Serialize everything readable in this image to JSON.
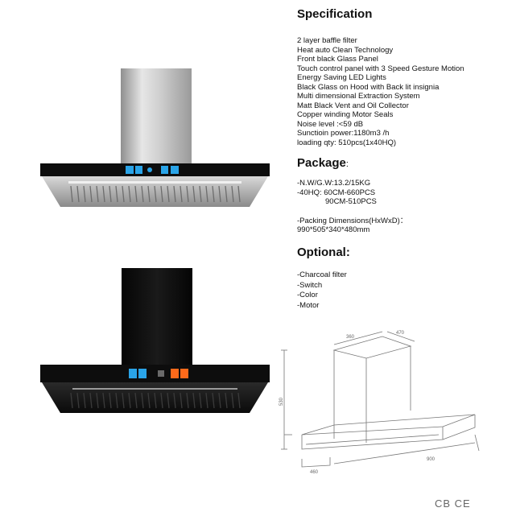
{
  "specification": {
    "title": "Specification",
    "items": [
      "2 layer baffle filter",
      "Heat auto Clean Technology",
      "Front black Glass Panel",
      "Touch control panel with 3 Speed Gesture Motion",
      "Energy Saving LED Lights",
      "Black Glass on Hood with Back lit insignia",
      "Multi dimensional Extraction System",
      "Matt Black Vent and Oil Collector",
      "Copper winding Motor Seals",
      "Noise level :<59 dB",
      "Sunctioin power:1180m3 /h",
      "loading qty: 510pcs(1x40HQ)"
    ]
  },
  "package": {
    "title": "Package",
    "title_suffix": ":",
    "weight": "-N.W/G.W:13.2/15KG",
    "hq_line1": "-40HQ: 60CM-660PCS",
    "hq_line2": "90CM-510PCS",
    "dims_label": "-Packing Dimensions(HxWxD)：",
    "dims_value": "990*505*340*480mm"
  },
  "optional": {
    "title": "Optional",
    "title_suffix": ":",
    "items": [
      "-Charcoal filter",
      "-Switch",
      "-Color",
      "-Motor"
    ]
  },
  "drawing": {
    "dim_top_left": "360",
    "dim_top_right": "470",
    "dim_height": "530",
    "dim_depth": "460",
    "dim_width": "900"
  },
  "certification": "CB CE",
  "colors": {
    "steel": "#c9c9c9",
    "glass": "#0d0d0d",
    "display_blue": "#2aa4e8",
    "display_orange": "#ff6a1a"
  }
}
